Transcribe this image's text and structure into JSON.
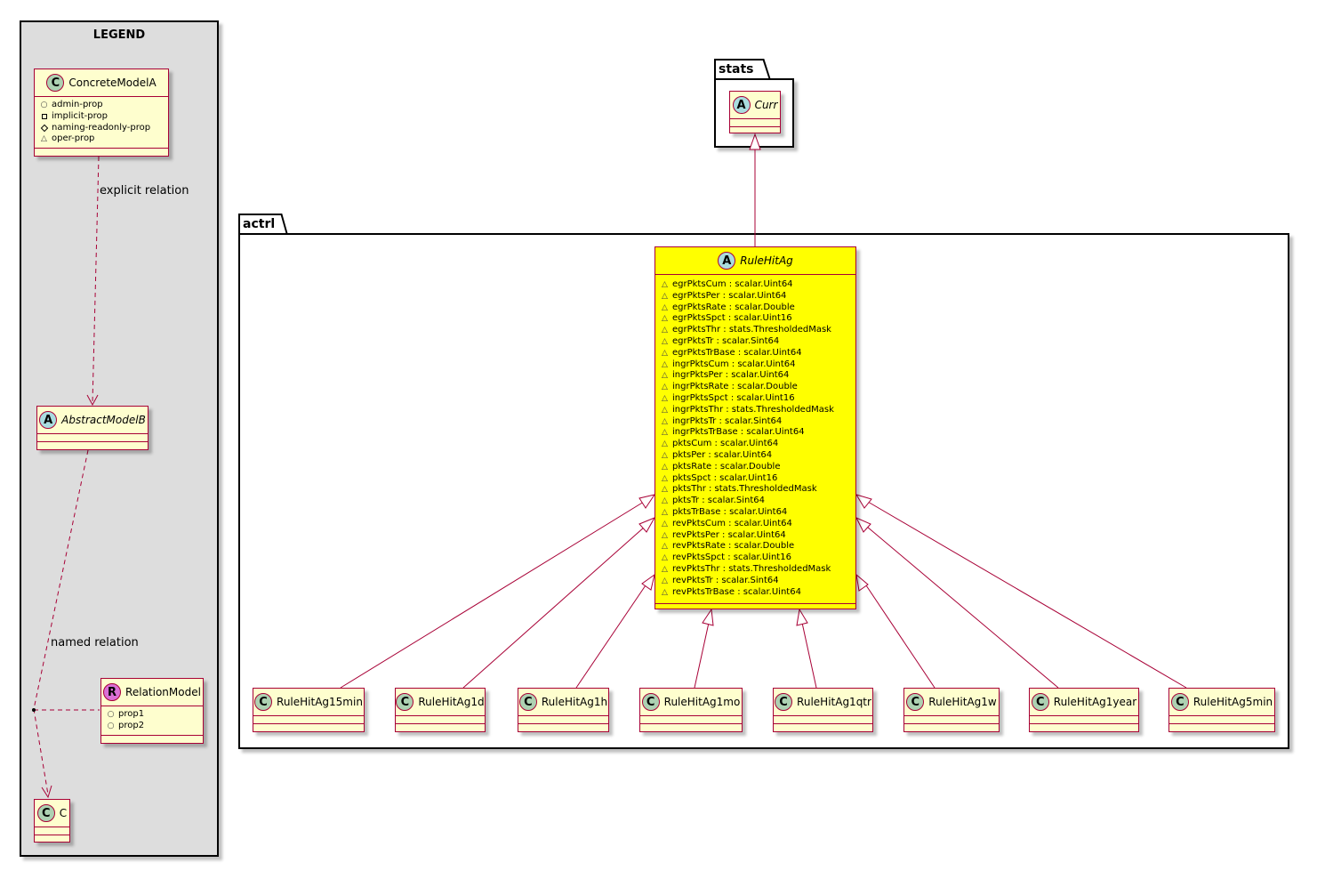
{
  "legend": {
    "title": "LEGEND",
    "concrete": {
      "name": "ConcreteModelA",
      "attributes": [
        {
          "vis": "public",
          "name": "admin-prop"
        },
        {
          "vis": "private",
          "name": "implicit-prop"
        },
        {
          "vis": "protected",
          "name": "naming-readonly-prop"
        },
        {
          "vis": "package",
          "name": "oper-prop"
        }
      ]
    },
    "abstract": {
      "name": "AbstractModelB"
    },
    "relation": {
      "name": "RelationModel",
      "attributes": [
        {
          "vis": "public",
          "name": "prop1"
        },
        {
          "vis": "public",
          "name": "prop2"
        }
      ]
    },
    "target": {
      "name": "C"
    },
    "explicit_label": "explicit relation",
    "named_label": "named relation"
  },
  "packages": {
    "stats": {
      "name": "stats",
      "class": "Curr"
    },
    "actrl": {
      "name": "actrl"
    }
  },
  "main_class": {
    "name": "RuleHitAg",
    "attributes": [
      "egrPktsCum : scalar.Uint64",
      "egrPktsPer : scalar.Uint64",
      "egrPktsRate : scalar.Double",
      "egrPktsSpct : scalar.Uint16",
      "egrPktsThr : stats.ThresholdedMask",
      "egrPktsTr : scalar.Sint64",
      "egrPktsTrBase : scalar.Uint64",
      "ingrPktsCum : scalar.Uint64",
      "ingrPktsPer : scalar.Uint64",
      "ingrPktsRate : scalar.Double",
      "ingrPktsSpct : scalar.Uint16",
      "ingrPktsThr : stats.ThresholdedMask",
      "ingrPktsTr : scalar.Sint64",
      "ingrPktsTrBase : scalar.Uint64",
      "pktsCum : scalar.Uint64",
      "pktsPer : scalar.Uint64",
      "pktsRate : scalar.Double",
      "pktsSpct : scalar.Uint16",
      "pktsThr : stats.ThresholdedMask",
      "pktsTr : scalar.Sint64",
      "pktsTrBase : scalar.Uint64",
      "revPktsCum : scalar.Uint64",
      "revPktsPer : scalar.Uint64",
      "revPktsRate : scalar.Double",
      "revPktsSpct : scalar.Uint16",
      "revPktsThr : stats.ThresholdedMask",
      "revPktsTr : scalar.Sint64",
      "revPktsTrBase : scalar.Uint64"
    ]
  },
  "children": [
    "RuleHitAg15min",
    "RuleHitAg1d",
    "RuleHitAg1h",
    "RuleHitAg1mo",
    "RuleHitAg1qtr",
    "RuleHitAg1w",
    "RuleHitAg1year",
    "RuleHitAg5min"
  ],
  "colors": {
    "class_fill": "#fefece",
    "class_border": "#a80036",
    "highlight_fill": "#ffff00",
    "legend_bg": "#dddddd",
    "edge": "#a80036"
  }
}
